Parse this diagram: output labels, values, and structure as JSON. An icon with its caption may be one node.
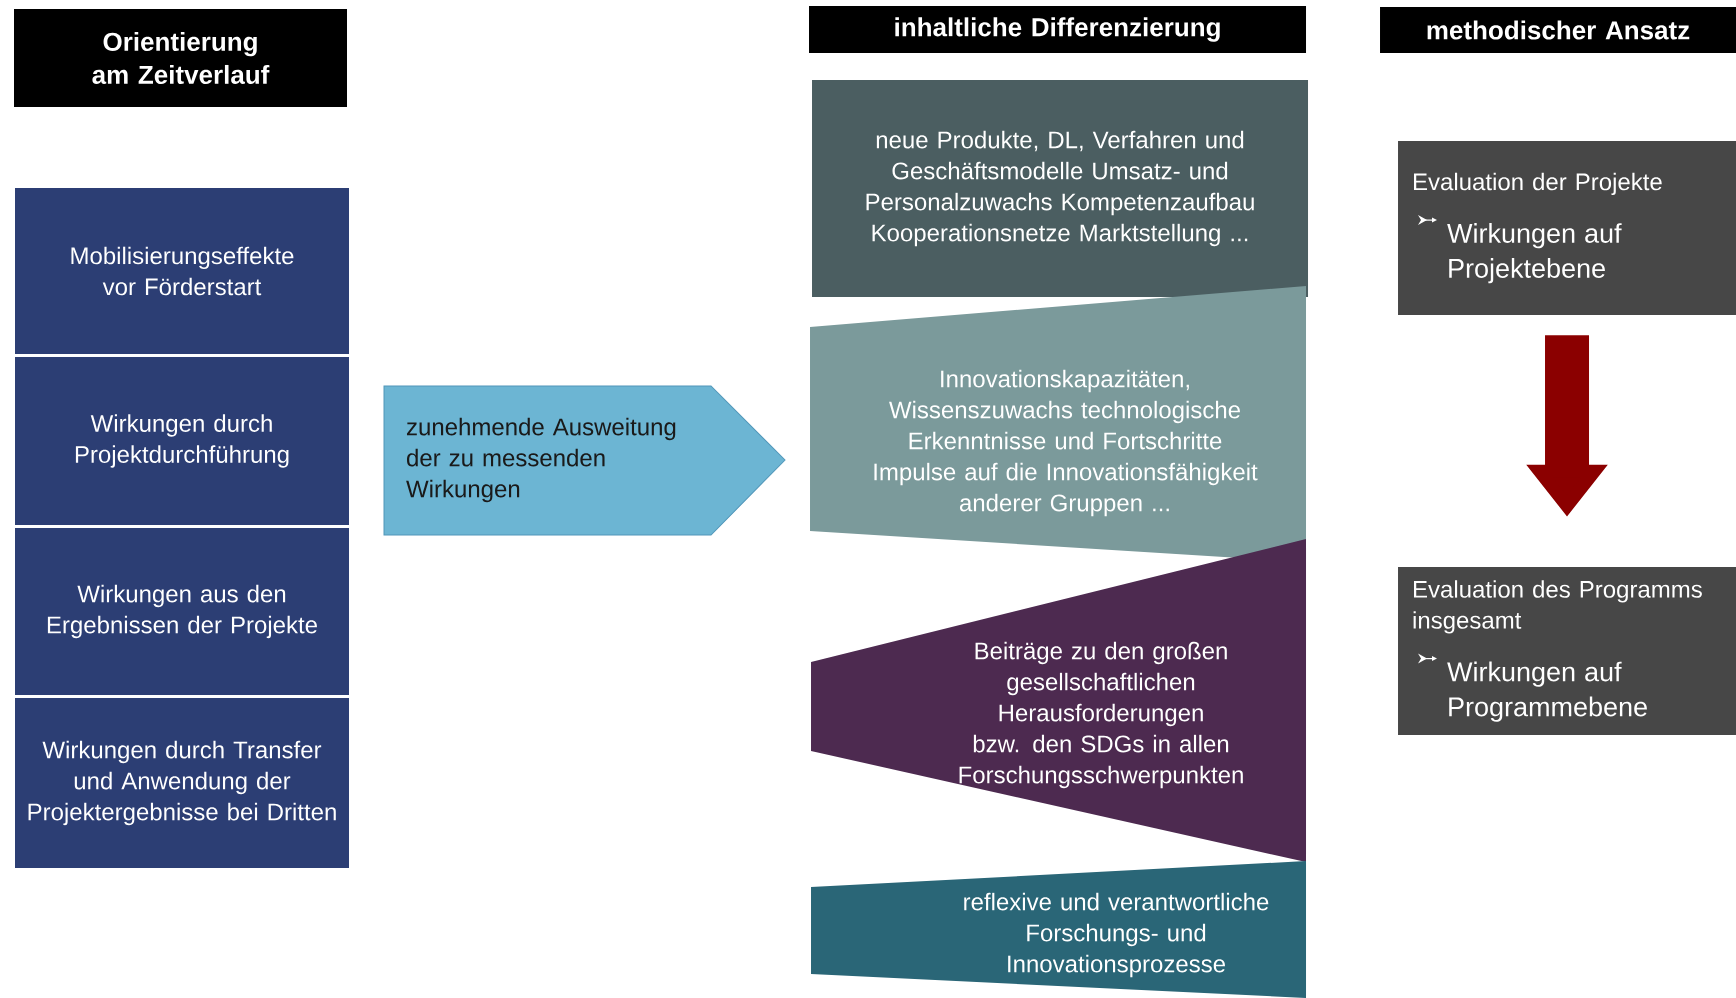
{
  "diagram": {
    "nodes": [
      {
        "text": [
          "Orientierung am Zeitverlauf"
        ]
      },
      {
        "text": [
          "Mobilisierungseffekte vor Förderstart"
        ]
      },
      {
        "text": [
          "Wirkungen durch Projektdurchführung"
        ]
      },
      {
        "text": [
          "Wirkungen aus den Ergebnissen der Projekte"
        ]
      },
      {
        "text": [
          "Wirkungen durch Transfer und Anwendung der Projektergebnisse bei Dritten"
        ]
      },
      {
        "text": [
          "zunehmende Ausweitung der zu messenden Wirkungen"
        ]
      },
      {
        "text": [
          "inhaltliche Differenzierung"
        ]
      },
      {
        "text": [
          "neue Produkte, DL, Verfahren und Geschäftsmodelle Umsatz- und Personalzuwachs Kompetenzaufbau Kooperationsnetze Marktstellung ..."
        ]
      },
      {
        "text": [
          "Innovationskapazitäten, Wissenszuwachs technologische Erkenntnisse und Fortschritte Impulse auf die Innovationsfähigkeit anderer Gruppen ..."
        ]
      },
      {
        "text": [
          "Beiträge zu den großen gesellschaftlichen Herausforderungen bzw. den SDGs in allen Forschungsschwerpunkten"
        ]
      },
      {
        "text": [
          "reflexive und verantwortliche Forschungs- und Innovationsprozesse"
        ]
      },
      {
        "text": [
          "methodischer Ansatz"
        ]
      },
      {
        "text": [
          "Evaluation der Projekte",
          "Wirkungen auf Projektebene"
        ]
      },
      {
        "text": [
          "Evaluation des Programms insgesamt",
          "Wirkungen auf Programmebene"
        ]
      }
    ],
    "edges": [
      {
        "from": 12,
        "to": 13,
        "arrow": "to",
        "color": "#8b0000"
      }
    ]
  }
}
